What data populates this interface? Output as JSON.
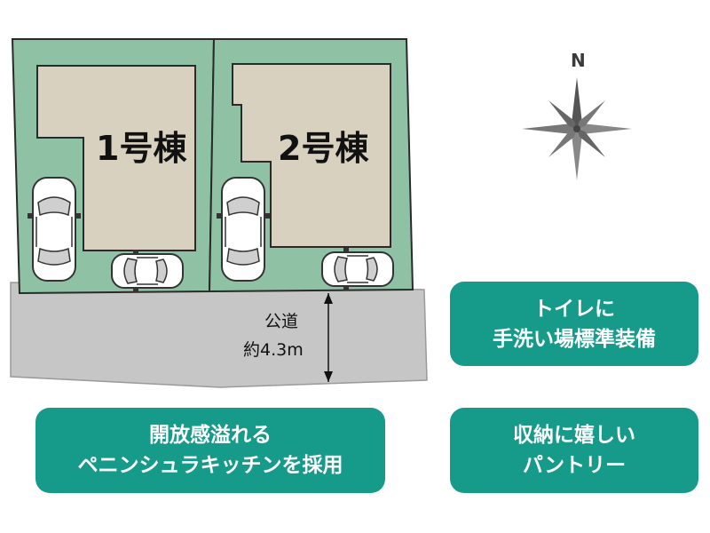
{
  "lots": [
    {
      "label": "1号棟"
    },
    {
      "label": "2号棟"
    }
  ],
  "road": {
    "line1": "公道",
    "line2": "約4.3m"
  },
  "compass": {
    "label": "N"
  },
  "features": [
    {
      "lines": [
        "トイレに",
        "手洗い場標準装備"
      ]
    },
    {
      "lines": [
        "開放感溢れる",
        "ペニンシュラキッチンを採用"
      ]
    },
    {
      "lines": [
        "収納に嬉しい",
        "パントリー"
      ]
    }
  ],
  "colors": {
    "lot_fill": "#8fc2a5",
    "building_fill": "#d8d1bf",
    "road_fill": "#c6c6c6",
    "badge_fill": "#169a8a",
    "outline": "#2a2a2a"
  }
}
